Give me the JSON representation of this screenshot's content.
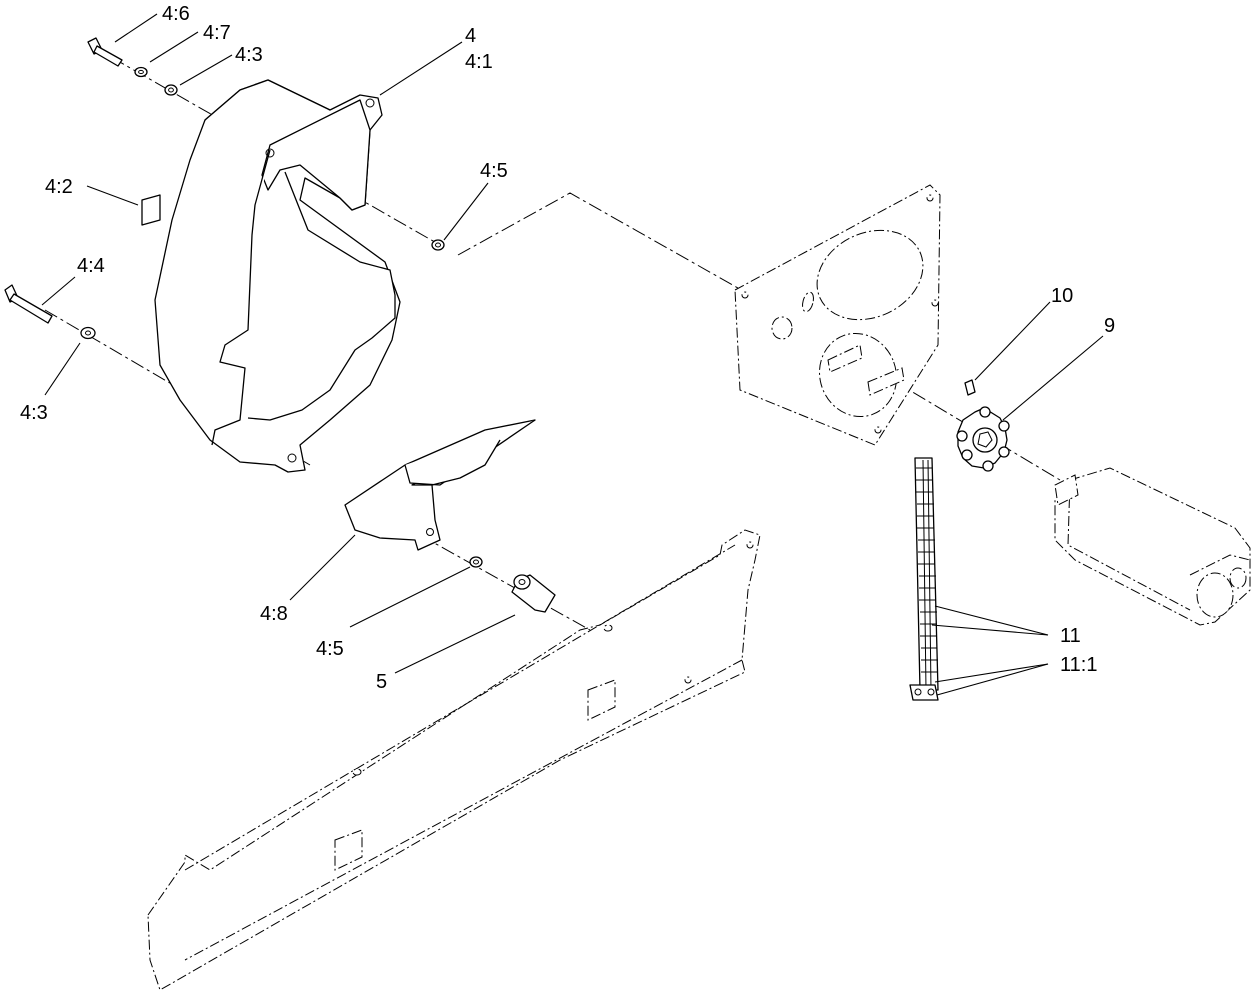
{
  "callouts": {
    "c_4_6": "4:6",
    "c_4_7": "4:7",
    "c_4_3_top": "4:3",
    "c_4": "4",
    "c_4_1": "4:1",
    "c_4_2": "4:2",
    "c_4_5_top": "4:5",
    "c_4_4": "4:4",
    "c_4_3_left": "4:3",
    "c_10": "10",
    "c_9": "9",
    "c_4_8": "4:8",
    "c_4_5_bottom": "4:5",
    "c_5": "5",
    "c_11": "11",
    "c_11_1": "11:1"
  },
  "parts": {
    "belt_guard": "4",
    "decal": "4:2",
    "lower_guard": "4:8",
    "spacer": "5",
    "mount_plate": "",
    "sprocket": "9",
    "set_screw": "10",
    "chain": "11",
    "master_link": "11:1",
    "motor": "",
    "frame_rail": ""
  }
}
